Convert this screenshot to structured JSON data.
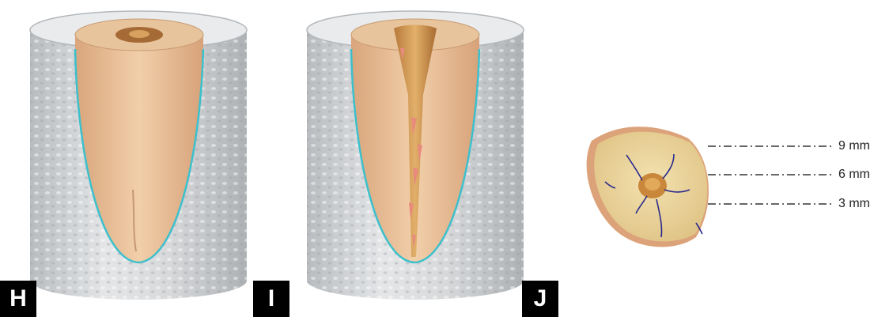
{
  "panels": {
    "h": {
      "label": "H"
    },
    "i": {
      "label": "I"
    },
    "j": {
      "label": "J"
    }
  },
  "section_levels": [
    "9 mm",
    "6 mm",
    "3 mm"
  ],
  "colors": {
    "resin_block": "#c9ccce",
    "root_dentin": "#e6b98e",
    "canal": "#b8793a",
    "root_outline": "#3cc0cc",
    "fracture_marks": "#e88a7c",
    "crack_lines": "#2a2a8c",
    "section_face": "#ead49a"
  }
}
